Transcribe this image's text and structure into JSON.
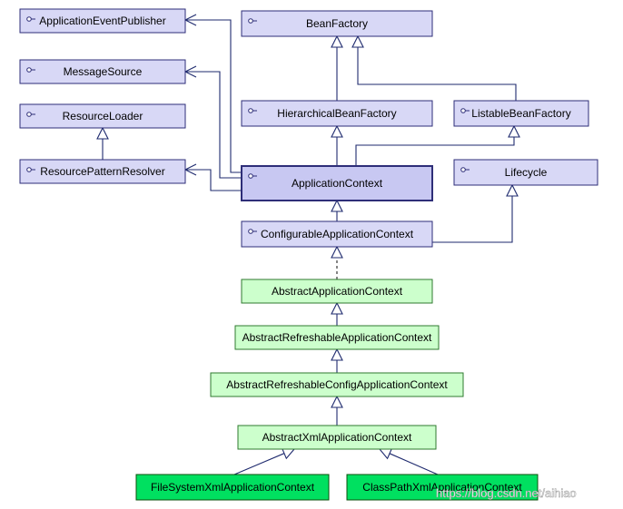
{
  "diagram": {
    "nodes": [
      {
        "id": "ApplicationEventPublisher",
        "label": "ApplicationEventPublisher",
        "kind": "interface"
      },
      {
        "id": "BeanFactory",
        "label": "BeanFactory",
        "kind": "interface"
      },
      {
        "id": "MessageSource",
        "label": "MessageSource",
        "kind": "interface"
      },
      {
        "id": "ResourceLoader",
        "label": "ResourceLoader",
        "kind": "interface"
      },
      {
        "id": "HierarchicalBeanFactory",
        "label": "HierarchicalBeanFactory",
        "kind": "interface"
      },
      {
        "id": "ListableBeanFactory",
        "label": "ListableBeanFactory",
        "kind": "interface"
      },
      {
        "id": "ResourcePatternResolver",
        "label": "ResourcePatternResolver",
        "kind": "interface"
      },
      {
        "id": "ApplicationContext",
        "label": "ApplicationContext",
        "kind": "interface"
      },
      {
        "id": "Lifecycle",
        "label": "Lifecycle",
        "kind": "interface"
      },
      {
        "id": "ConfigurableApplicationContext",
        "label": "ConfigurableApplicationContext",
        "kind": "interface"
      },
      {
        "id": "AbstractApplicationContext",
        "label": "AbstractApplicationContext",
        "kind": "abstract"
      },
      {
        "id": "AbstractRefreshableApplicationContext",
        "label": "AbstractRefreshableApplicationContext",
        "kind": "abstract"
      },
      {
        "id": "AbstractRefreshableConfigApplicationContext",
        "label": "AbstractRefreshableConfigApplicationContext",
        "kind": "abstract"
      },
      {
        "id": "AbstractXmlApplicationContext",
        "label": "AbstractXmlApplicationContext",
        "kind": "abstract"
      },
      {
        "id": "FileSystemXmlApplicationContext",
        "label": "FileSystemXmlApplicationContext",
        "kind": "concrete"
      },
      {
        "id": "ClassPathXmlApplicationContext",
        "label": "ClassPathXmlApplicationContext",
        "kind": "concrete"
      }
    ],
    "edges": [
      {
        "from": "ApplicationContext",
        "to": "ApplicationEventPublisher",
        "type": "extends"
      },
      {
        "from": "ApplicationContext",
        "to": "MessageSource",
        "type": "extends"
      },
      {
        "from": "ApplicationContext",
        "to": "ResourcePatternResolver",
        "type": "extends"
      },
      {
        "from": "ResourcePatternResolver",
        "to": "ResourceLoader",
        "type": "extends"
      },
      {
        "from": "HierarchicalBeanFactory",
        "to": "BeanFactory",
        "type": "extends"
      },
      {
        "from": "ListableBeanFactory",
        "to": "BeanFactory",
        "type": "extends"
      },
      {
        "from": "ApplicationContext",
        "to": "HierarchicalBeanFactory",
        "type": "extends"
      },
      {
        "from": "ApplicationContext",
        "to": "ListableBeanFactory",
        "type": "extends"
      },
      {
        "from": "ConfigurableApplicationContext",
        "to": "ApplicationContext",
        "type": "extends"
      },
      {
        "from": "ConfigurableApplicationContext",
        "to": "Lifecycle",
        "type": "extends"
      },
      {
        "from": "AbstractApplicationContext",
        "to": "ConfigurableApplicationContext",
        "type": "implements"
      },
      {
        "from": "AbstractRefreshableApplicationContext",
        "to": "AbstractApplicationContext",
        "type": "extends"
      },
      {
        "from": "AbstractRefreshableConfigApplicationContext",
        "to": "AbstractRefreshableApplicationContext",
        "type": "extends"
      },
      {
        "from": "AbstractXmlApplicationContext",
        "to": "AbstractRefreshableConfigApplicationContext",
        "type": "extends"
      },
      {
        "from": "FileSystemXmlApplicationContext",
        "to": "AbstractXmlApplicationContext",
        "type": "extends"
      },
      {
        "from": "ClassPathXmlApplicationContext",
        "to": "AbstractXmlApplicationContext",
        "type": "extends"
      }
    ]
  },
  "watermark": "https://blog.csdn.net/aihiao",
  "colors": {
    "interface_fill": "#d8d8f6",
    "abstract_fill": "#ccffcc",
    "concrete_fill": "#00e060",
    "line": "#1e2a6e"
  },
  "icons": {
    "interface": "interface-lollipop-icon"
  }
}
